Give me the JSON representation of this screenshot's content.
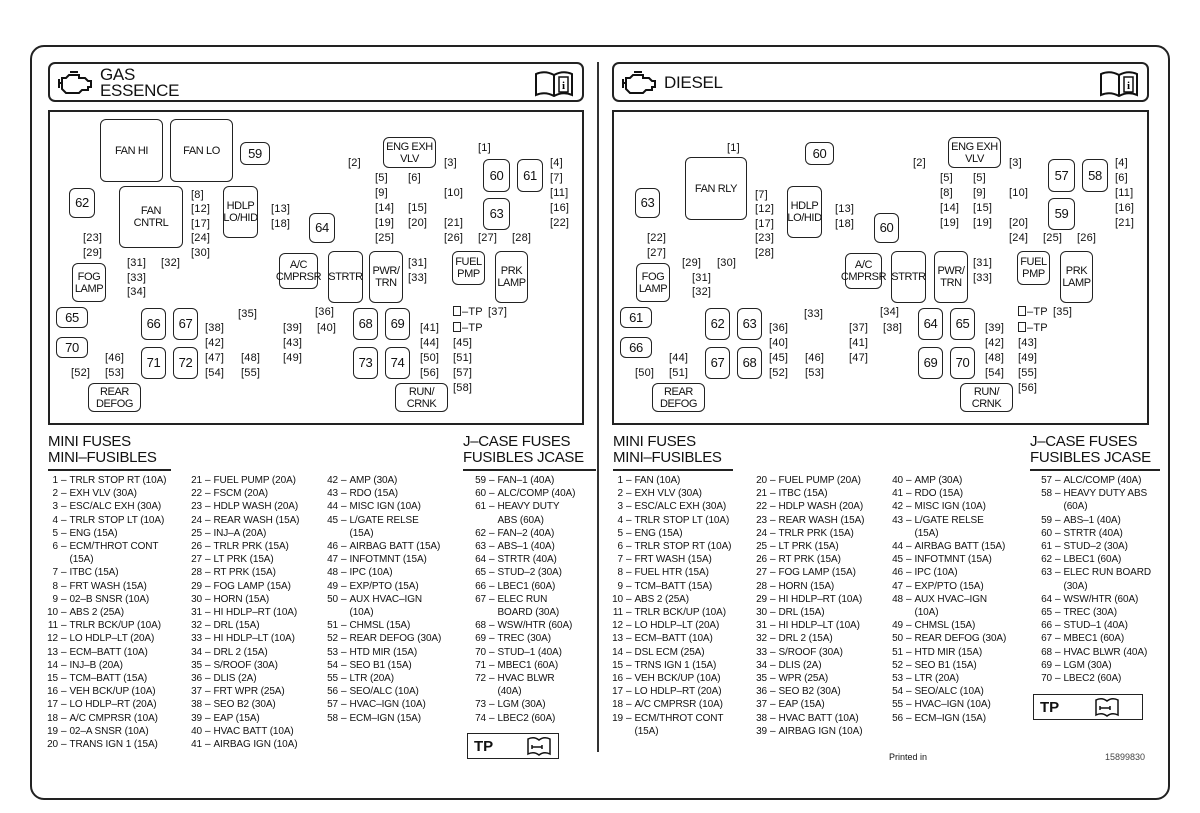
{
  "gas": {
    "title": "GAS\nESSENCE",
    "diagram": {
      "boxes": [
        "FAN HI",
        "FAN LO",
        "59",
        "62",
        "FAN\nCNTRL",
        "HDLP\nLO/HID",
        "64",
        "A/C\nCMPRSR",
        "FOG\nLAMP",
        "STRTR",
        "PWR/\nTRN",
        "FUEL\nPMP",
        "PRK\nLAMP",
        "60",
        "61",
        "63",
        "ENG EXH\nVLV",
        "65",
        "70",
        "66",
        "67",
        "71",
        "72",
        "68",
        "69",
        "73",
        "74",
        "REAR\nDEFOG",
        "RUN/\nCRNK"
      ],
      "slots": [
        "1",
        "2",
        "3",
        "4",
        "5",
        "6",
        "7",
        "8",
        "9",
        "10",
        "11",
        "12",
        "13",
        "14",
        "15",
        "16",
        "17",
        "18",
        "19",
        "20",
        "21",
        "22",
        "23",
        "24",
        "25",
        "26",
        "27",
        "28",
        "29",
        "30",
        "31",
        "32",
        "31",
        "33",
        "33",
        "34",
        "35",
        "36",
        "37",
        "TP",
        "38",
        "39",
        "40",
        "41",
        "TP",
        "42",
        "43",
        "44",
        "45",
        "46",
        "47",
        "48",
        "49",
        "50",
        "51",
        "52",
        "53",
        "54",
        "55",
        "56",
        "57",
        "58"
      ]
    },
    "mini_heading": [
      "MINI FUSES",
      "MINI–FUSIBLES"
    ],
    "jcase_heading": [
      "J–CASE FUSES",
      "FUSIBLES JCASE"
    ],
    "mini_col1": [
      {
        "n": "1",
        "d": "TRLR STOP RT (10A)"
      },
      {
        "n": "2",
        "d": "EXH VLV (30A)"
      },
      {
        "n": "3",
        "d": "ESC/ALC EXH (30A)"
      },
      {
        "n": "4",
        "d": "TRLR STOP LT (10A)"
      },
      {
        "n": "5",
        "d": "ENG (15A)"
      },
      {
        "n": "6",
        "d": "ECM/THROT CONT",
        "d2": "(15A)"
      },
      {
        "n": "7",
        "d": "ITBC (15A)"
      },
      {
        "n": "8",
        "d": "FRT WASH (15A)"
      },
      {
        "n": "9",
        "d": "02–B SNSR (10A)"
      },
      {
        "n": "10",
        "d": "ABS 2 (25A)"
      },
      {
        "n": "11",
        "d": "TRLR BCK/UP (10A)"
      },
      {
        "n": "12",
        "d": "LO HDLP–LT (20A)"
      },
      {
        "n": "13",
        "d": "ECM–BATT (10A)"
      },
      {
        "n": "14",
        "d": "INJ–B (20A)"
      },
      {
        "n": "15",
        "d": "TCM–BATT (15A)"
      },
      {
        "n": "16",
        "d": "VEH BCK/UP (10A)"
      },
      {
        "n": "17",
        "d": "LO HDLP–RT (20A)"
      },
      {
        "n": "18",
        "d": "A/C CMPRSR (10A)"
      },
      {
        "n": "19",
        "d": "02–A SNSR (10A)"
      },
      {
        "n": "20",
        "d": "TRANS IGN 1 (15A)"
      }
    ],
    "mini_col2": [
      {
        "n": "21",
        "d": "FUEL PUMP (20A)"
      },
      {
        "n": "22",
        "d": "FSCM (20A)"
      },
      {
        "n": "23",
        "d": "HDLP WASH (20A)"
      },
      {
        "n": "24",
        "d": "REAR WASH (15A)"
      },
      {
        "n": "25",
        "d": "INJ–A (20A)"
      },
      {
        "n": "26",
        "d": "TRLR PRK (15A)"
      },
      {
        "n": "27",
        "d": "LT PRK (15A)"
      },
      {
        "n": "28",
        "d": "RT PRK (15A)"
      },
      {
        "n": "29",
        "d": "FOG LAMP (15A)"
      },
      {
        "n": "30",
        "d": "HORN (15A)"
      },
      {
        "n": "31",
        "d": "HI HDLP–RT (10A)"
      },
      {
        "n": "32",
        "d": "DRL (15A)"
      },
      {
        "n": "33",
        "d": "HI HDLP–LT (10A)"
      },
      {
        "n": "34",
        "d": "DRL 2 (15A)"
      },
      {
        "n": "35",
        "d": "S/ROOF (30A)"
      },
      {
        "n": "36",
        "d": "DLIS (2A)"
      },
      {
        "n": "37",
        "d": "FRT WPR (25A)"
      },
      {
        "n": "38",
        "d": "SEO B2 (30A)"
      },
      {
        "n": "39",
        "d": "EAP (15A)"
      },
      {
        "n": "40",
        "d": "HVAC BATT (10A)"
      },
      {
        "n": "41",
        "d": "AIRBAG IGN (10A)"
      }
    ],
    "mini_col3": [
      {
        "n": "42",
        "d": "AMP (30A)"
      },
      {
        "n": "43",
        "d": "RDO (15A)"
      },
      {
        "n": "44",
        "d": "MISC IGN (10A)"
      },
      {
        "n": "45",
        "d": "L/GATE RELSE",
        "d2": "(15A)"
      },
      {
        "n": "46",
        "d": "AIRBAG BATT (15A)"
      },
      {
        "n": "47",
        "d": "INFOTMNT (15A)"
      },
      {
        "n": "48",
        "d": "IPC (10A)"
      },
      {
        "n": "49",
        "d": "EXP/PTO (15A)"
      },
      {
        "n": "50",
        "d": "AUX HVAC–IGN",
        "d2": "(10A)"
      },
      {
        "n": "51",
        "d": "CHMSL (15A)"
      },
      {
        "n": "52",
        "d": "REAR DEFOG (30A)"
      },
      {
        "n": "53",
        "d": "HTD MIR (15A)"
      },
      {
        "n": "54",
        "d": "SEO B1 (15A)"
      },
      {
        "n": "55",
        "d": "LTR (20A)"
      },
      {
        "n": "56",
        "d": "SEO/ALC (10A)"
      },
      {
        "n": "57",
        "d": "HVAC–IGN (10A)"
      },
      {
        "n": "58",
        "d": "ECM–IGN (15A)"
      }
    ],
    "jcase": [
      {
        "n": "59",
        "d": "FAN–1 (40A)"
      },
      {
        "n": "60",
        "d": "ALC/COMP (40A)"
      },
      {
        "n": "61",
        "d": "HEAVY DUTY",
        "d2": "ABS (60A)"
      },
      {
        "n": "62",
        "d": "FAN–2 (40A)"
      },
      {
        "n": "63",
        "d": "ABS–1 (40A)"
      },
      {
        "n": "64",
        "d": "STRTR (40A)"
      },
      {
        "n": "65",
        "d": "STUD–2 (30A)"
      },
      {
        "n": "66",
        "d": "LBEC1 (60A)"
      },
      {
        "n": "67",
        "d": "ELEC RUN",
        "d2": "BOARD (30A)"
      },
      {
        "n": "68",
        "d": "WSW/HTR (60A)"
      },
      {
        "n": "69",
        "d": "TREC (30A)"
      },
      {
        "n": "70",
        "d": "STUD–1 (40A)"
      },
      {
        "n": "71",
        "d": "MBEC1 (60A)"
      },
      {
        "n": "72",
        "d": "HVAC BLWR",
        "d2": "(40A)"
      },
      {
        "n": "73",
        "d": "LGM (30A)"
      },
      {
        "n": "74",
        "d": "LBEC2 (60A)"
      }
    ],
    "tp_label": "TP"
  },
  "diesel": {
    "title": "DIESEL",
    "diagram": {
      "boxes": [
        "FAN RLY",
        "60",
        "63",
        "HDLP\nLO/HID",
        "60",
        "A/C\nCMPRSR",
        "FOG\nLAMP",
        "STRTR",
        "PWR/\nTRN",
        "FUEL\nPMP",
        "PRK\nLAMP",
        "57",
        "58",
        "59",
        "ENG EXH\nVLV",
        "61",
        "66",
        "62",
        "63",
        "67",
        "68",
        "64",
        "65",
        "69",
        "70",
        "REAR\nDEFOG",
        "RUN/\nCRNK"
      ],
      "slots": [
        "1",
        "2",
        "3",
        "4",
        "5",
        "5",
        "6",
        "7",
        "8",
        "9",
        "10",
        "11",
        "12",
        "13",
        "14",
        "15",
        "16",
        "17",
        "18",
        "19",
        "19",
        "20",
        "21",
        "22",
        "23",
        "24",
        "25",
        "26",
        "27",
        "28",
        "29",
        "30",
        "31",
        "31",
        "32",
        "33",
        "33",
        "34",
        "TP",
        "35",
        "36",
        "37",
        "38",
        "39",
        "TP",
        "40",
        "41",
        "42",
        "43",
        "44",
        "45",
        "46",
        "47",
        "48",
        "49",
        "50",
        "51",
        "52",
        "53",
        "54",
        "55",
        "56"
      ]
    },
    "mini_heading": [
      "MINI FUSES",
      "MINI–FUSIBLES"
    ],
    "jcase_heading": [
      "J–CASE FUSES",
      "FUSIBLES JCASE"
    ],
    "mini_col1": [
      {
        "n": "1",
        "d": "FAN (10A)"
      },
      {
        "n": "2",
        "d": "EXH VLV (30A)"
      },
      {
        "n": "3",
        "d": "ESC/ALC EXH (30A)"
      },
      {
        "n": "4",
        "d": "TRLR STOP LT (10A)"
      },
      {
        "n": "5",
        "d": "ENG (15A)"
      },
      {
        "n": "6",
        "d": "TRLR STOP RT (10A)"
      },
      {
        "n": "7",
        "d": "FRT WASH (15A)"
      },
      {
        "n": "8",
        "d": "FUEL HTR (15A)"
      },
      {
        "n": "9",
        "d": "TCM–BATT (15A)"
      },
      {
        "n": "10",
        "d": "ABS 2 (25A)"
      },
      {
        "n": "11",
        "d": "TRLR BCK/UP (10A)"
      },
      {
        "n": "12",
        "d": "LO HDLP–LT (20A)"
      },
      {
        "n": "13",
        "d": "ECM–BATT (10A)"
      },
      {
        "n": "14",
        "d": "DSL ECM (25A)"
      },
      {
        "n": "15",
        "d": "TRNS IGN 1 (15A)"
      },
      {
        "n": "16",
        "d": "VEH BCK/UP (10A)"
      },
      {
        "n": "17",
        "d": "LO HDLP–RT (20A)"
      },
      {
        "n": "18",
        "d": "A/C CMPRSR (10A)"
      },
      {
        "n": "19",
        "d": "ECM/THROT CONT",
        "d2": "(15A)"
      }
    ],
    "mini_col2": [
      {
        "n": "20",
        "d": "FUEL PUMP (20A)"
      },
      {
        "n": "21",
        "d": "ITBC (15A)"
      },
      {
        "n": "22",
        "d": "HDLP WASH (20A)"
      },
      {
        "n": "23",
        "d": "REAR WASH (15A)"
      },
      {
        "n": "24",
        "d": "TRLR PRK (15A)"
      },
      {
        "n": "25",
        "d": "LT PRK (15A)"
      },
      {
        "n": "26",
        "d": "RT PRK (15A)"
      },
      {
        "n": "27",
        "d": "FOG LAMP (15A)"
      },
      {
        "n": "28",
        "d": "HORN (15A)"
      },
      {
        "n": "29",
        "d": "HI HDLP–RT (10A)"
      },
      {
        "n": "30",
        "d": "DRL (15A)"
      },
      {
        "n": "31",
        "d": "HI HDLP–LT (10A)"
      },
      {
        "n": "32",
        "d": "DRL 2 (15A)"
      },
      {
        "n": "33",
        "d": "S/ROOF (30A)"
      },
      {
        "n": "34",
        "d": "DLIS (2A)"
      },
      {
        "n": "35",
        "d": "WPR (25A)"
      },
      {
        "n": "36",
        "d": "SEO B2 (30A)"
      },
      {
        "n": "37",
        "d": "EAP (15A)"
      },
      {
        "n": "38",
        "d": "HVAC BATT (10A)"
      },
      {
        "n": "39",
        "d": "AIRBAG IGN (10A)"
      }
    ],
    "mini_col3": [
      {
        "n": "40",
        "d": "AMP (30A)"
      },
      {
        "n": "41",
        "d": "RDO (15A)"
      },
      {
        "n": "42",
        "d": "MISC IGN (10A)"
      },
      {
        "n": "43",
        "d": "L/GATE RELSE",
        "d2": "(15A)"
      },
      {
        "n": "44",
        "d": "AIRBAG BATT (15A)"
      },
      {
        "n": "45",
        "d": "INFOTMNT (15A)"
      },
      {
        "n": "46",
        "d": "IPC (10A)"
      },
      {
        "n": "47",
        "d": "EXP/PTO (15A)"
      },
      {
        "n": "48",
        "d": "AUX HVAC–IGN",
        "d2": "(10A)"
      },
      {
        "n": "49",
        "d": "CHMSL (15A)"
      },
      {
        "n": "50",
        "d": "REAR DEFOG (30A)"
      },
      {
        "n": "51",
        "d": "HTD MIR (15A)"
      },
      {
        "n": "52",
        "d": "SEO B1 (15A)"
      },
      {
        "n": "53",
        "d": "LTR (20A)"
      },
      {
        "n": "54",
        "d": "SEO/ALC (10A)"
      },
      {
        "n": "55",
        "d": "HVAC–IGN (10A)"
      },
      {
        "n": "56",
        "d": "ECM–IGN (15A)"
      }
    ],
    "jcase": [
      {
        "n": "57",
        "d": "ALC/COMP (40A)"
      },
      {
        "n": "58",
        "d": "HEAVY DUTY ABS",
        "d2": "(60A)"
      },
      {
        "n": "59",
        "d": "ABS–1 (40A)"
      },
      {
        "n": "60",
        "d": "STRTR (40A)"
      },
      {
        "n": "61",
        "d": "STUD–2 (30A)"
      },
      {
        "n": "62",
        "d": "LBEC1 (60A)"
      },
      {
        "n": "63",
        "d": "ELEC RUN BOARD",
        "d2": "(30A)"
      },
      {
        "n": "64",
        "d": "WSW/HTR (60A)"
      },
      {
        "n": "65",
        "d": "TREC (30A)"
      },
      {
        "n": "66",
        "d": "STUD–1 (40A)"
      },
      {
        "n": "67",
        "d": "MBEC1 (60A)"
      },
      {
        "n": "68",
        "d": "HVAC BLWR (40A)"
      },
      {
        "n": "69",
        "d": "LGM (30A)"
      },
      {
        "n": "70",
        "d": "LBEC2 (60A)"
      }
    ],
    "tp_label": "TP"
  },
  "footer": {
    "printed_in": "Printed in",
    "part_number": "15899830"
  },
  "icons": {
    "engine": "engine-icon",
    "manual": "owner-manual-icon",
    "service": "service-manual-icon"
  }
}
